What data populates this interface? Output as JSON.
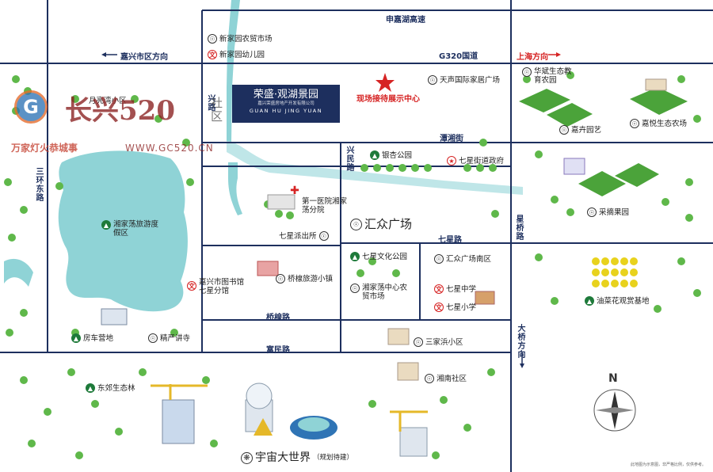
{
  "map": {
    "roads": {
      "shenjia_expressway": "申嘉湖高速",
      "g320": "G320国道",
      "tanxiang": "潭湘街",
      "qixing": "七星路",
      "qiaoyu": "桥楾路",
      "fumin": "富民路",
      "xingmin": "兴民路",
      "xingqiao": "星桥路",
      "sanhuan_east": "三环东路",
      "xing_left": "兴路"
    },
    "directions": {
      "jiaxing": "嘉兴市区方向",
      "shanghai": "上海方向",
      "daqiao": "大桥方向"
    },
    "project": {
      "brand": "荣盛·观湖景园",
      "subtitle": "GUAN HU JING YUAN",
      "tagline": "嘉兴荣盛房地产开发有限公司"
    },
    "showroom": "现场接待展示中心",
    "pois": {
      "xinjiayuan_market": "新家园农贸市场",
      "xinjiayuan_kg": "新家园幼儿园",
      "tiansheng": "天声国际家居广场",
      "huabin": "华斌生态教育农园",
      "jiahui": "嘉卉园艺",
      "jiayue": "嘉悦生态农场",
      "yuexing": "月亮湾小区",
      "yinxing_park": "银杏公园",
      "qixing_gov": "七星街道政府",
      "hospital": "第一医院湘家荡分院",
      "police": "七星派出所",
      "huizhong": "汇众广场",
      "caizhai": "采摘果园",
      "xiangjiadang": "湘家荡旅游度假区",
      "library": "嘉兴市图书馆七星分馆",
      "qiaolou_town": "桥楾旅游小镇",
      "qixing_culture": "七星文化公园",
      "xjd_market": "湘家荡中心农贸市场",
      "huizhong_south": "汇众广场南区",
      "qixing_middle": "七星中学",
      "qixing_primary": "七星小学",
      "rapeseed": "油菜花观赏基地",
      "rv_camp": "房车营地",
      "jingyan": "精严讲寺",
      "sanjiabin": "三家浜小区",
      "xiangnan": "湘南社区",
      "dongjiao": "东郊生态林",
      "universe": "宇宙大世界",
      "universe_note": "（规划待建）"
    },
    "compass": "N",
    "disclaimer": "此地图为示意图，非严格比例，仅供参考。",
    "watermark": {
      "logo_text": "G",
      "name": "长兴520",
      "tag": "社区",
      "slogan": "万家灯火恭城事",
      "url": "WWW.GC520.CN"
    },
    "colors": {
      "road": "#1d2f5e",
      "water": "#8fd3d6",
      "park": "#4ba33a",
      "accent_red": "#d62424",
      "project_box": "#1d2f5e"
    }
  }
}
